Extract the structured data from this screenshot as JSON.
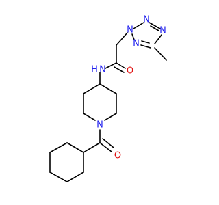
{
  "molecule": {
    "colors": {
      "carbon_bond": "#000000",
      "nitrogen": "#2222ee",
      "oxygen": "#e01010",
      "background": "#ffffff"
    },
    "atom_labels": {
      "tetrazole_n1": "N",
      "tetrazole_n2": "N",
      "tetrazole_n3": "N",
      "tetrazole_n4": "N",
      "amide_nh": "N",
      "amide_nh_h": "H",
      "amide_o": "O",
      "piperidine_n": "N",
      "carbonyl_o": "O"
    }
  }
}
